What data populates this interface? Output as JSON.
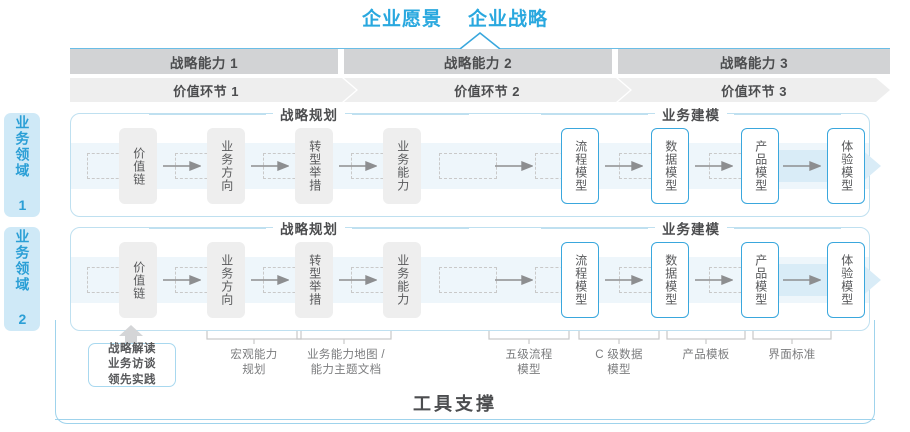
{
  "header": {
    "titles": [
      "企业愿景",
      "企业战略"
    ],
    "accent_color": "#29a8df"
  },
  "capability_bars": [
    {
      "label": "战略能力 1"
    },
    {
      "label": "战略能力 2"
    },
    {
      "label": "战略能力 3"
    }
  ],
  "value_chain_bars": [
    {
      "label": "价值环节 1"
    },
    {
      "label": "价值环节 2"
    },
    {
      "label": "价值环节 3"
    }
  ],
  "domains": [
    {
      "side_label": "业务领域 1",
      "sections": [
        {
          "title": "战略规划"
        },
        {
          "title": "业务建模"
        }
      ],
      "nodes": [
        {
          "label": "价值链",
          "style": "gray"
        },
        {
          "label": "业务方向",
          "style": "gray"
        },
        {
          "label": "转型举措",
          "style": "gray"
        },
        {
          "label": "业务能力",
          "style": "gray"
        },
        {
          "label": "流程模型",
          "style": "blue"
        },
        {
          "label": "数据模型",
          "style": "blue"
        },
        {
          "label": "产品模型",
          "style": "blue"
        },
        {
          "label": "体验模型",
          "style": "blue"
        }
      ]
    },
    {
      "side_label": "业务领域 2",
      "sections": [
        {
          "title": "战略规划"
        },
        {
          "title": "业务建模"
        }
      ],
      "nodes": [
        {
          "label": "价值链",
          "style": "gray"
        },
        {
          "label": "业务方向",
          "style": "gray"
        },
        {
          "label": "转型举措",
          "style": "gray"
        },
        {
          "label": "业务能力",
          "style": "gray"
        },
        {
          "label": "流程模型",
          "style": "blue"
        },
        {
          "label": "数据模型",
          "style": "blue"
        },
        {
          "label": "产品模型",
          "style": "blue"
        },
        {
          "label": "体验模型",
          "style": "blue"
        }
      ]
    }
  ],
  "annotations": {
    "tool_box": "战略解读\n业务访谈\n领先实践",
    "tool_box_lines": [
      "战略解读",
      "业务访谈",
      "领先实践"
    ],
    "items": [
      {
        "lines": [
          "宏观能力",
          "规划"
        ]
      },
      {
        "lines": [
          "业务能力地图 /",
          "能力主题文档"
        ]
      },
      {
        "lines": [
          "五级流程",
          "模型"
        ]
      },
      {
        "lines": [
          "C 级数据",
          "模型"
        ]
      },
      {
        "lines": [
          "产品模板"
        ]
      },
      {
        "lines": [
          "界面标准"
        ]
      }
    ]
  },
  "footer": {
    "title": "工具支撑"
  },
  "colors": {
    "accent": "#29a8df",
    "accent_soft": "#bfe0f0",
    "band": "#eef6fb",
    "gray_bar": "#d2d3d5",
    "light_bar": "#eeeeee",
    "side_label_bg": "#cfe9f7",
    "text": "#58595b"
  }
}
